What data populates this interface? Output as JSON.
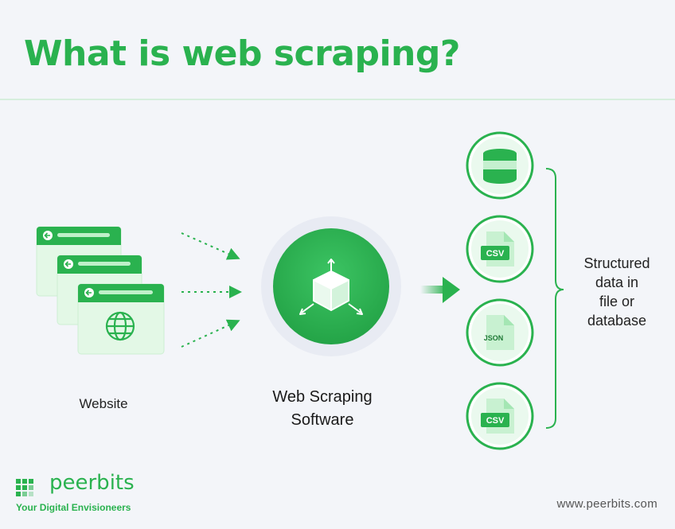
{
  "title": "What is web scraping?",
  "labels": {
    "website": "Website",
    "software_line1": "Web Scraping",
    "software_line2": "Software",
    "structured_line1": "Structured",
    "structured_line2": "data in",
    "structured_line3": "file or",
    "structured_line4": "database"
  },
  "file_badges": {
    "csv_1": "CSV",
    "json": "JSON",
    "csv_2": "CSV"
  },
  "brand": {
    "name": "peerbits",
    "tagline": "Your Digital Envisioneers"
  },
  "footer_url": "www.peerbits.com",
  "colors": {
    "accent": "#2ab24f",
    "light_green": "#e3f8e6",
    "background": "#f3f5f9"
  }
}
